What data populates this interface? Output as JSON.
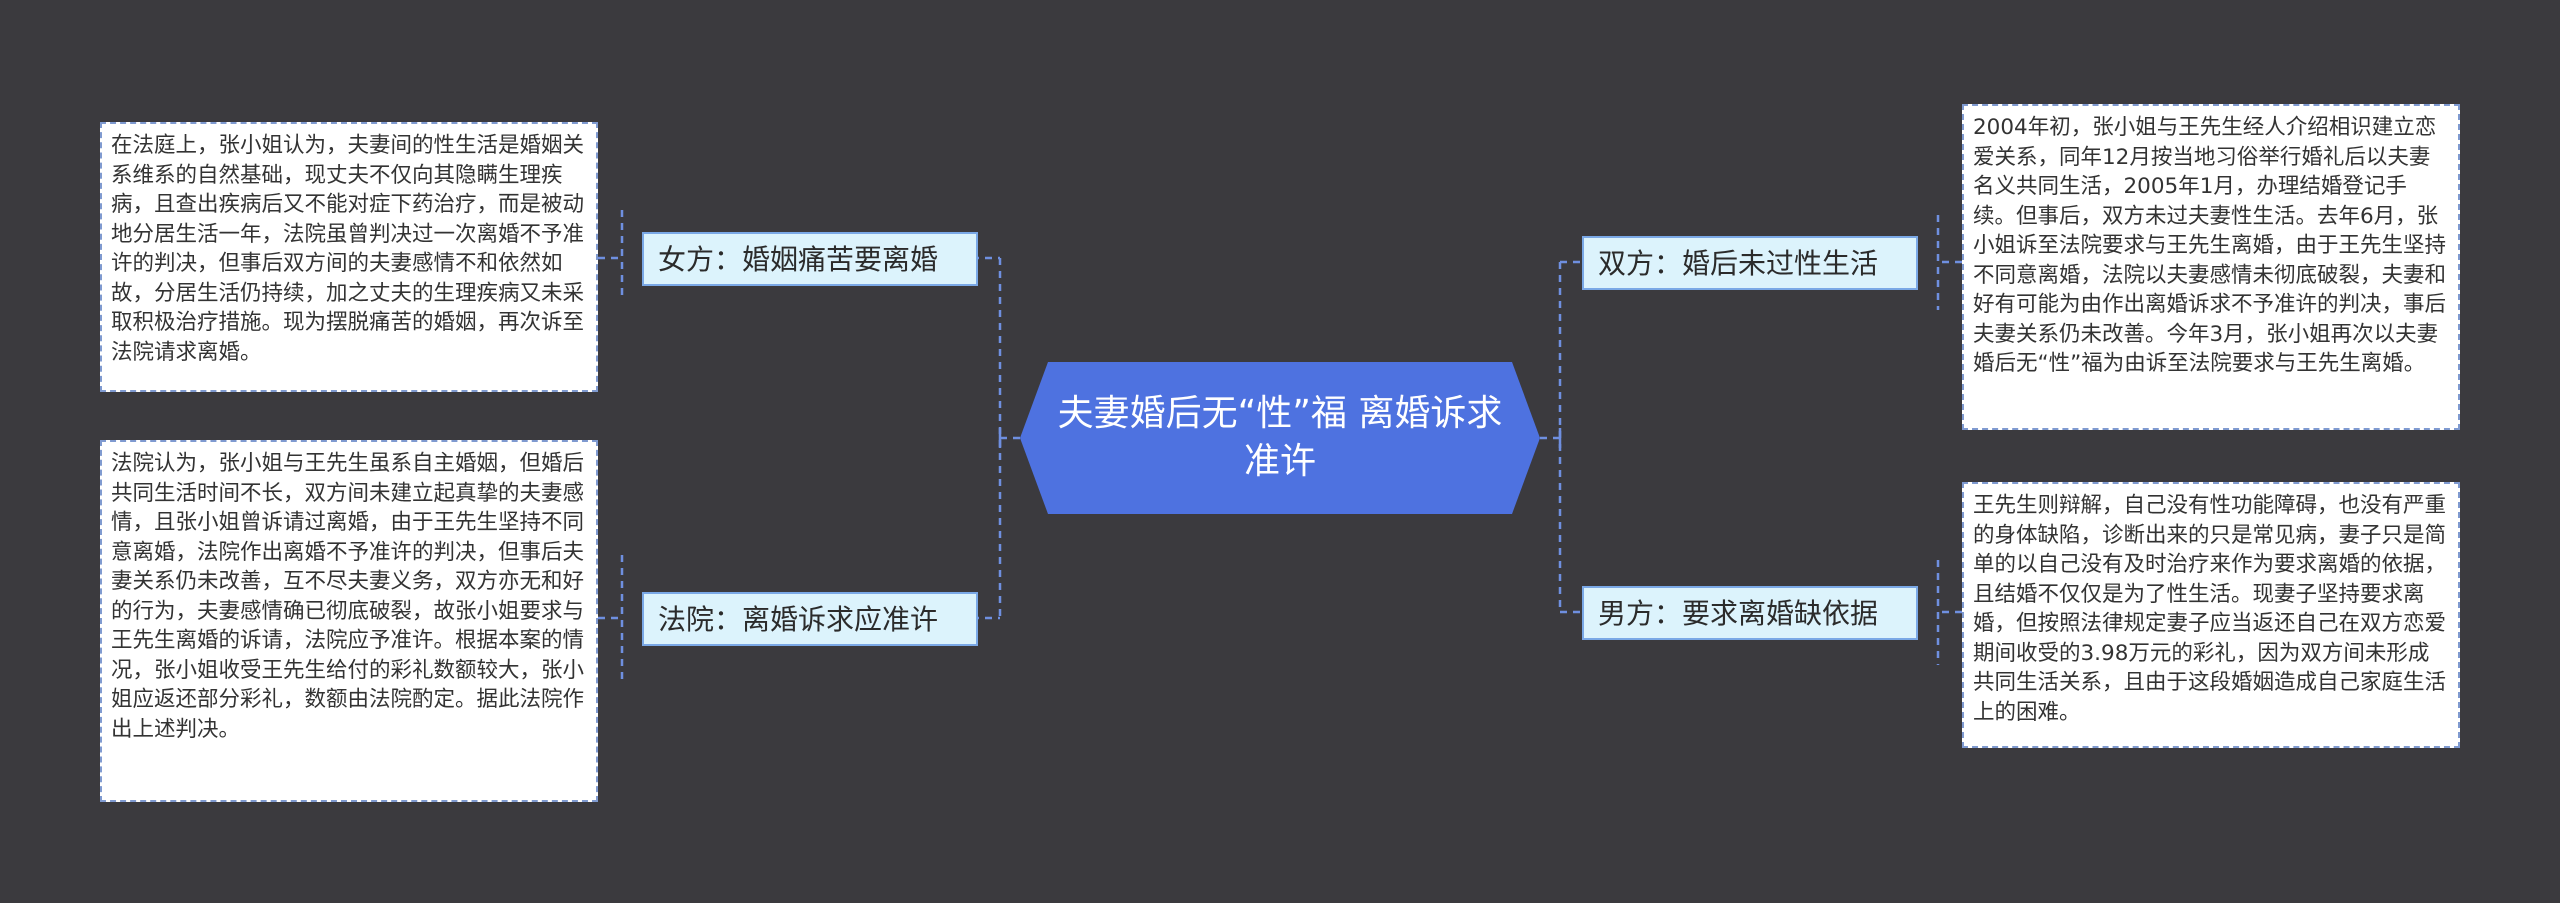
{
  "central": {
    "title": "夫妻婚后无“性”福 离婚诉求准许"
  },
  "branches": [
    {
      "label": "女方：婚姻痛苦要离婚",
      "detail": "在法庭上，张小姐认为，夫妻间的性生活是婚姻关系维系的自然基础，现丈夫不仅向其隐瞒生理疾病，且查出疾病后又不能对症下药治疗，而是被动地分居生活一年，法院虽曾判决过一次离婚不予准许的判决，但事后双方间的夫妻感情不和依然如故，分居生活仍持续，加之丈夫的生理疾病又未采取积极治疗措施。现为摆脱痛苦的婚姻，再次诉至法院请求离婚。"
    },
    {
      "label": "法院：离婚诉求应准许",
      "detail": "法院认为，张小姐与王先生虽系自主婚姻，但婚后共同生活时间不长，双方间未建立起真挚的夫妻感情，且张小姐曾诉请过离婚，由于王先生坚持不同意离婚，法院作出离婚不予准许的判决，但事后夫妻关系仍未改善，互不尽夫妻义务，双方亦无和好的行为，夫妻感情确已彻底破裂，故张小姐要求与王先生离婚的诉请，法院应予准许。根据本案的情况，张小姐收受王先生给付的彩礼数额较大，张小姐应返还部分彩礼，数额由法院酌定。据此法院作出上述判决。"
    },
    {
      "label": "双方：婚后未过性生活",
      "detail": "2004年初，张小姐与王先生经人介绍相识建立恋爱关系，同年12月按当地习俗举行婚礼后以夫妻名义共同生活，2005年1月，办理结婚登记手续。但事后，双方未过夫妻性生活。去年6月，张小姐诉至法院要求与王先生离婚，由于王先生坚持不同意离婚，法院以夫妻感情未彻底破裂，夫妻和好有可能为由作出离婚诉求不予准许的判决，事后夫妻关系仍未改善。今年3月，张小姐再次以夫妻婚后无“性”福为由诉至法院要求与王先生离婚。"
    },
    {
      "label": "男方：要求离婚缺依据",
      "detail": "王先生则辩解，自己没有性功能障碍，也没有严重的身体缺陷，诊断出来的只是常见病，妻子只是简单的以自己没有及时治疗来作为要求离婚的依据，且结婚不仅仅是为了性生活。现妻子坚持要求离婚，但按照法律规定妻子应当返还自己在双方恋爱期间收受的3.98万元的彩礼，因为双方间未形成共同生活关系，且由于这段婚姻造成自己家庭生活上的困难。"
    }
  ]
}
